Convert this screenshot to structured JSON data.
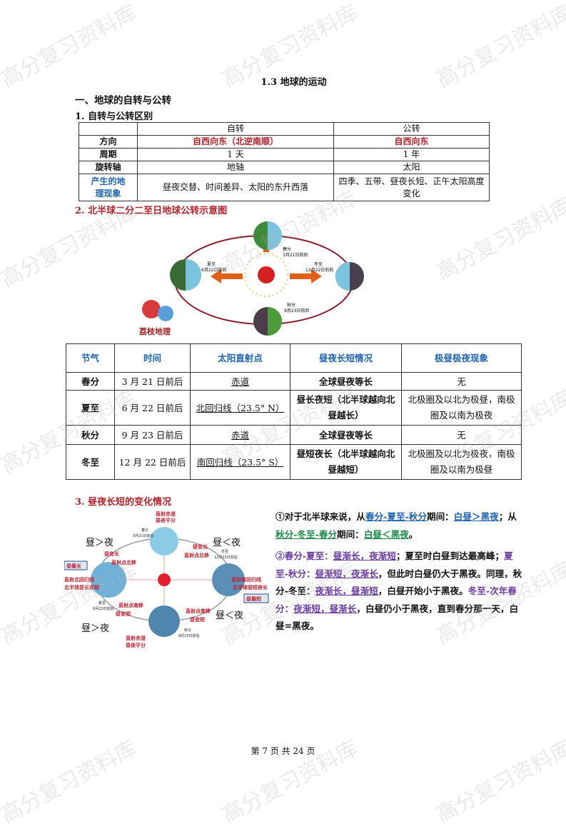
{
  "watermark": "高分复习资料库",
  "title": "1.3 地球的运动",
  "section1": "一、地球的自转与公转",
  "sub1": "1. 自转与公转区别",
  "table1": {
    "headers": [
      "",
      "自转",
      "公转"
    ],
    "rows": [
      [
        "方向",
        "自西向东（北逆南顺）",
        "自西向东"
      ],
      [
        "周期",
        "1 天",
        "1 年"
      ],
      [
        "旋转轴",
        "地轴",
        "太阳"
      ],
      [
        "产生的地理现象",
        "昼夜交替、时间差异、太阳的东升西落",
        "四季、五带、昼夜长短、正午太阳高度变化"
      ]
    ]
  },
  "sub2": "2. 北半球二分二至日地球公转示意图",
  "diagram1": {
    "spring": "春分",
    "spring_date": "3月21日前后",
    "summer": "夏至",
    "summer_date": "6月22日前后",
    "autumn": "秋分",
    "autumn_date": "9月23日前后",
    "winter": "冬至",
    "winter_date": "12月22日前后",
    "logo": "荔枝地理"
  },
  "table2": {
    "headers": [
      "节气",
      "时间",
      "太阳直射点",
      "昼夜长短情况",
      "极昼极夜现象"
    ],
    "rows": [
      [
        "春分",
        "3 月 21 日前后",
        "赤道",
        "全球昼夜等长",
        "无"
      ],
      [
        "夏至",
        "6 月 22 日前后",
        "北回归线（23.5° N）",
        "昼长夜短（北半球越向北昼越长）",
        "北极圈及以北为极昼，南极圈及以南为极夜"
      ],
      [
        "秋分",
        "9 月 23 日前后",
        "赤道",
        "全球昼夜等长",
        "无"
      ],
      [
        "冬至",
        "12 月 22 日前后",
        "南回归线（23.5° S）",
        "昼短夜长（北半球越向北昼越短）",
        "北极圈及以北为极夜，南极圈及以南为极昼"
      ]
    ]
  },
  "sub3": "3. 昼夜长短的变化情况",
  "diagram2": {
    "top1": "直射赤道",
    "top2": "昼夜平分",
    "spring": "春分",
    "spring_date": "3月21日前后",
    "gt_tl": "昼＞夜",
    "lt_tr": "昼＜夜",
    "gt_bl": "昼＞夜",
    "lt_br": "昼＜夜",
    "tl1": "昼变长",
    "tl2": "直射点北移",
    "tr1": "昼变长",
    "tr2": "直射点北移",
    "bl1": "直射点南移",
    "bl2": "昼变短",
    "br1": "直射点南移",
    "br2": "昼变短",
    "longest": "昼最长",
    "left1": "直射北回归线",
    "left2": "北半球昼长夜短",
    "shortest": "昼最短",
    "right1": "直射南回归线",
    "right2": "北半球昼短夜长",
    "summer": "夏至",
    "summer_date": "6月22日前后",
    "winter": "冬至",
    "winter_date": "12月22日前后",
    "autumn": "秋分",
    "autumn_date": "9月23日前后",
    "bot1": "直射赤道",
    "bot2": "昼夜平分"
  },
  "notes": {
    "p1": {
      "a": "①对于北半球来说，从",
      "b": "春分-夏至-秋分",
      "c": "期间：",
      "d": "白昼＞黑夜",
      "e": "；从",
      "f": "秋分-冬至-春分",
      "g": "期间：",
      "h": "白昼＜黑夜",
      "i": "。"
    },
    "p2": {
      "a": "②春分-夏至：",
      "b": "昼渐长，夜渐短",
      "c": "；夏至时白昼到达最高峰；",
      "d": "夏至-秋分：",
      "e": "昼渐短，夜渐长",
      "f": "，但此时白昼仍大于黑夜。",
      "g": "同理，秋分-冬至：",
      "h": "夜渐长，昼渐短",
      "i": "，白昼开始小于黑夜。",
      "j": "冬至-次年春分：",
      "k": "夜渐短，昼渐长",
      "l": "，白昼仍小于黑夜，直到春分那一天，白昼=黑夜。"
    }
  },
  "footer": "第 7 页 共 24 页"
}
